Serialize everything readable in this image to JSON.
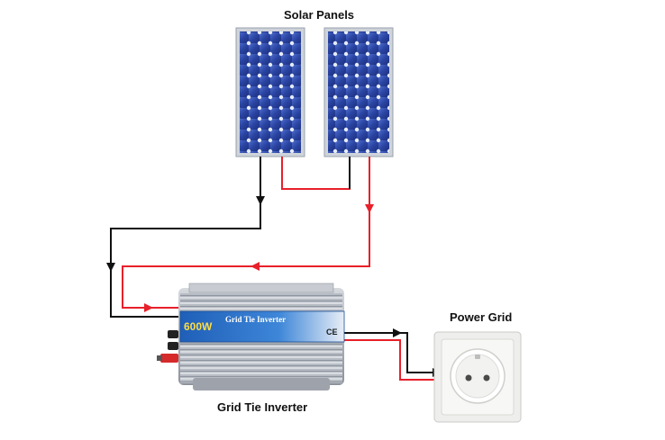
{
  "labels": {
    "solar_panels": "Solar Panels",
    "power_grid": "Power Grid",
    "inverter": "Grid Tie Inverter"
  },
  "inverter_plate": {
    "title": "Grid Tie Inverter",
    "power": "600W",
    "ce_mark": "CE"
  },
  "colors": {
    "positive_wire": "#e8202a",
    "negative_wire": "#111111",
    "panel_cell": "#2d4aa8",
    "panel_frame": "#c9ced6",
    "inverter_body": "#b9bec6",
    "inverter_plate": "#2f73c9",
    "socket": "#f4f4f2"
  }
}
